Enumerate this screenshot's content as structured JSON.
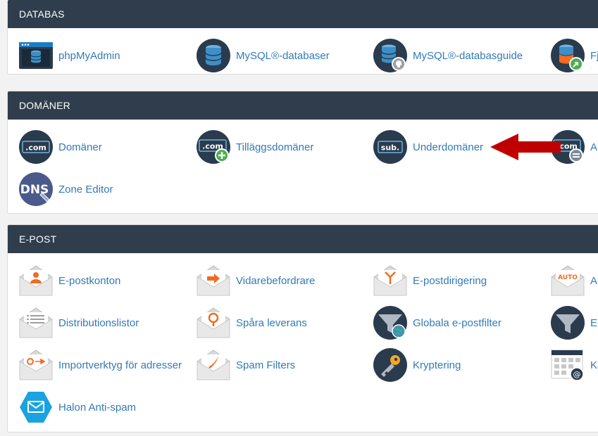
{
  "databas": {
    "title": "DATABAS",
    "items": [
      {
        "label": "phpMyAdmin",
        "icon": "phpmyadmin-icon"
      },
      {
        "label": "MySQL®-databaser",
        "icon": "database-icon"
      },
      {
        "label": "MySQL®-databasguide",
        "icon": "database-wizard-icon"
      },
      {
        "label": "Fj",
        "icon": "remote-database-icon"
      }
    ]
  },
  "domaner": {
    "title": "DOMÄNER",
    "items": [
      {
        "label": "Domäner",
        "icon": "domains-com-icon"
      },
      {
        "label": "Tilläggsdomäner",
        "icon": "addon-domains-icon"
      },
      {
        "label": "Underdomäner",
        "icon": "subdomains-icon"
      },
      {
        "label": "Al",
        "icon": "aliases-icon"
      },
      {
        "label": "Zone Editor",
        "icon": "dns-zone-editor-icon"
      }
    ]
  },
  "epost": {
    "title": "E-POST",
    "items": [
      {
        "label": "E-postkonton",
        "icon": "email-accounts-icon"
      },
      {
        "label": "Vidarebefordrare",
        "icon": "forwarders-icon"
      },
      {
        "label": "E-postdirigering",
        "icon": "email-routing-icon"
      },
      {
        "label": "Au",
        "icon": "autoresponder-icon"
      },
      {
        "label": "Distributionslistor",
        "icon": "mailing-lists-icon"
      },
      {
        "label": "Spåra leverans",
        "icon": "track-delivery-icon"
      },
      {
        "label": "Globala e-postfilter",
        "icon": "global-filter-icon"
      },
      {
        "label": "E-",
        "icon": "email-filter-icon"
      },
      {
        "label": "Importverktyg för adresser",
        "icon": "import-addresses-icon"
      },
      {
        "label": "Spam Filters",
        "icon": "spam-filters-icon"
      },
      {
        "label": "Kryptering",
        "icon": "encryption-key-icon"
      },
      {
        "label": "Ka",
        "icon": "calendar-icon"
      },
      {
        "label": "Halon Anti-spam",
        "icon": "halon-antispam-icon"
      }
    ],
    "icon_text": {
      "autoresponder": "AUTO"
    }
  },
  "icon_text": {
    "com": ".com",
    "sub": "sub.",
    "dns": "DNS"
  },
  "colors": {
    "header_bg": "#2f3d4c",
    "link": "#337ab7",
    "accent_orange": "#f26b21",
    "arrow_red": "#c00000",
    "icon_dark": "#2a3b4d",
    "add_green": "#4caf50"
  }
}
